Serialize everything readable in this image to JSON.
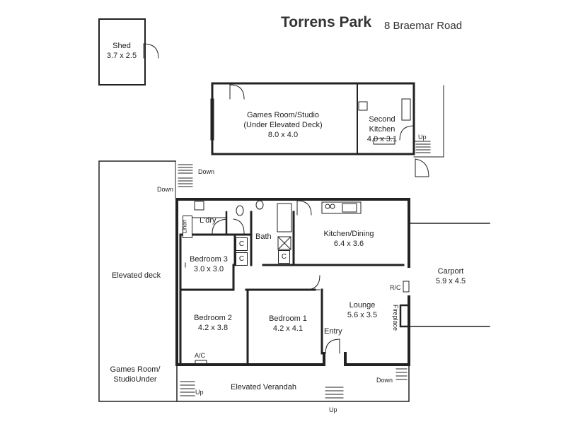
{
  "header": {
    "title": "Torrens Park",
    "address": "8 Braemar Road"
  },
  "rooms": {
    "shed": {
      "name": "Shed",
      "size": "3.7 x 2.5"
    },
    "games_room": {
      "line1": "Games Room/Studio",
      "line2": "(Under Elevated Deck)",
      "size": "8.0 x 4.0"
    },
    "second_kitchen": {
      "line1": "Second",
      "line2": "Kitchen",
      "size": "4.0 x 3.1"
    },
    "laundry": {
      "name": "L'dry"
    },
    "linen": {
      "name": "Linen"
    },
    "bath": {
      "name": "Bath"
    },
    "kitchen_dining": {
      "name": "Kitchen/Dining",
      "size": "6.4 x 3.6"
    },
    "bedroom3": {
      "name": "Bedroom 3",
      "size": "3.0 x 3.0"
    },
    "bedroom2": {
      "name": "Bedroom 2",
      "size": "4.2 x 3.8"
    },
    "bedroom1": {
      "name": "Bedroom 1",
      "size": "4.2 x 4.1"
    },
    "lounge": {
      "name": "Lounge",
      "size": "5.6 x 3.5"
    },
    "carport": {
      "name": "Carport",
      "size": "5.9 x 4.5"
    },
    "elevated_deck": {
      "name": "Elevated deck"
    },
    "games_room_under": {
      "line1": "Games Room/",
      "line2": "StudioUnder"
    },
    "elevated_verandah": {
      "name": "Elevated Verandah"
    },
    "entry": {
      "name": "Entry"
    }
  },
  "fixtures": {
    "cupboard": "C",
    "ac": "A/C",
    "rc": "R/C",
    "fireplace": "Fireplace"
  },
  "stairs": {
    "up": "Up",
    "down": "Down"
  }
}
